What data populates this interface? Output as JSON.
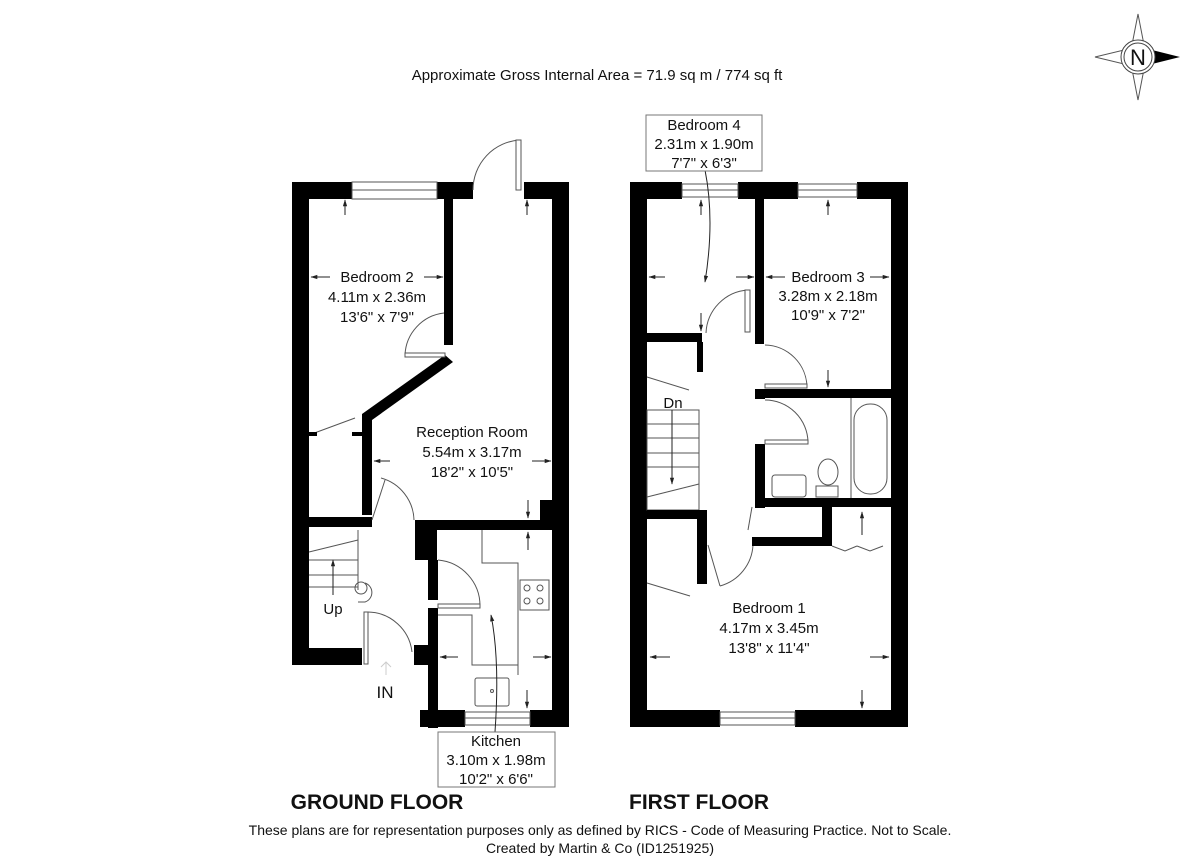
{
  "header": {
    "area": "Approximate Gross Internal Area = 71.9 sq m / 774 sq ft",
    "compass_label": "N"
  },
  "ground_floor": {
    "title": "GROUND FLOOR",
    "entrance_label": "IN",
    "stairs_label": "Up",
    "rooms": {
      "bedroom2": {
        "name": "Bedroom 2",
        "metric": "4.11m x 2.36m",
        "imperial": "13'6\" x 7'9\""
      },
      "reception": {
        "name": "Reception Room",
        "metric": "5.54m x 3.17m",
        "imperial": "18'2\" x 10'5\""
      },
      "kitchen": {
        "name": "Kitchen",
        "metric": "3.10m x 1.98m",
        "imperial": "10'2\" x 6'6\""
      }
    }
  },
  "first_floor": {
    "title": "FIRST FLOOR",
    "stairs_label": "Dn",
    "rooms": {
      "bedroom4": {
        "name": "Bedroom 4",
        "metric": "2.31m x 1.90m",
        "imperial": "7'7\" x 6'3\""
      },
      "bedroom3": {
        "name": "Bedroom 3",
        "metric": "3.28m x 2.18m",
        "imperial": "10'9\" x 7'2\""
      },
      "bedroom1": {
        "name": "Bedroom 1",
        "metric": "4.17m x 3.45m",
        "imperial": "13'8\" x 11'4\""
      }
    }
  },
  "footer": {
    "disclaimer": "These plans are for representation purposes only as defined by RICS - Code of Measuring Practice. Not to Scale.",
    "credit": "Created by Martin & Co (ID1251925)"
  }
}
